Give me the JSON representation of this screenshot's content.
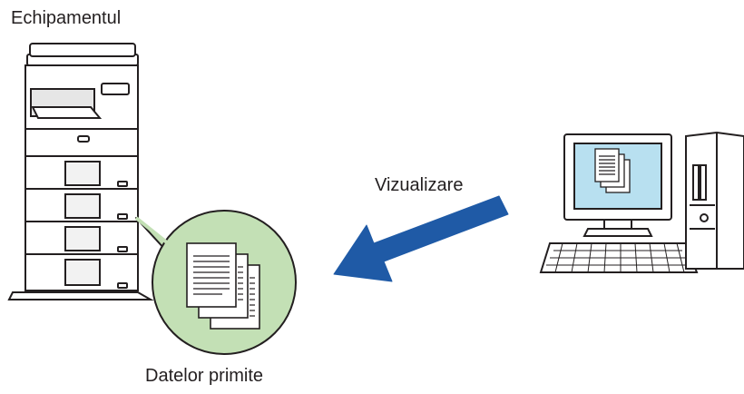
{
  "labels": {
    "device": "Echipamentul",
    "view": "Vizualizare",
    "received_data": "Datelor primite"
  },
  "colors": {
    "arrow": "#1f5aa6",
    "bubble": "#c3e0b5",
    "screen": "#b8e0f0",
    "outline": "#231f20"
  },
  "icons": {
    "device": "multifunction-printer-icon",
    "computer": "desktop-computer-icon",
    "documents": "documents-icon"
  }
}
